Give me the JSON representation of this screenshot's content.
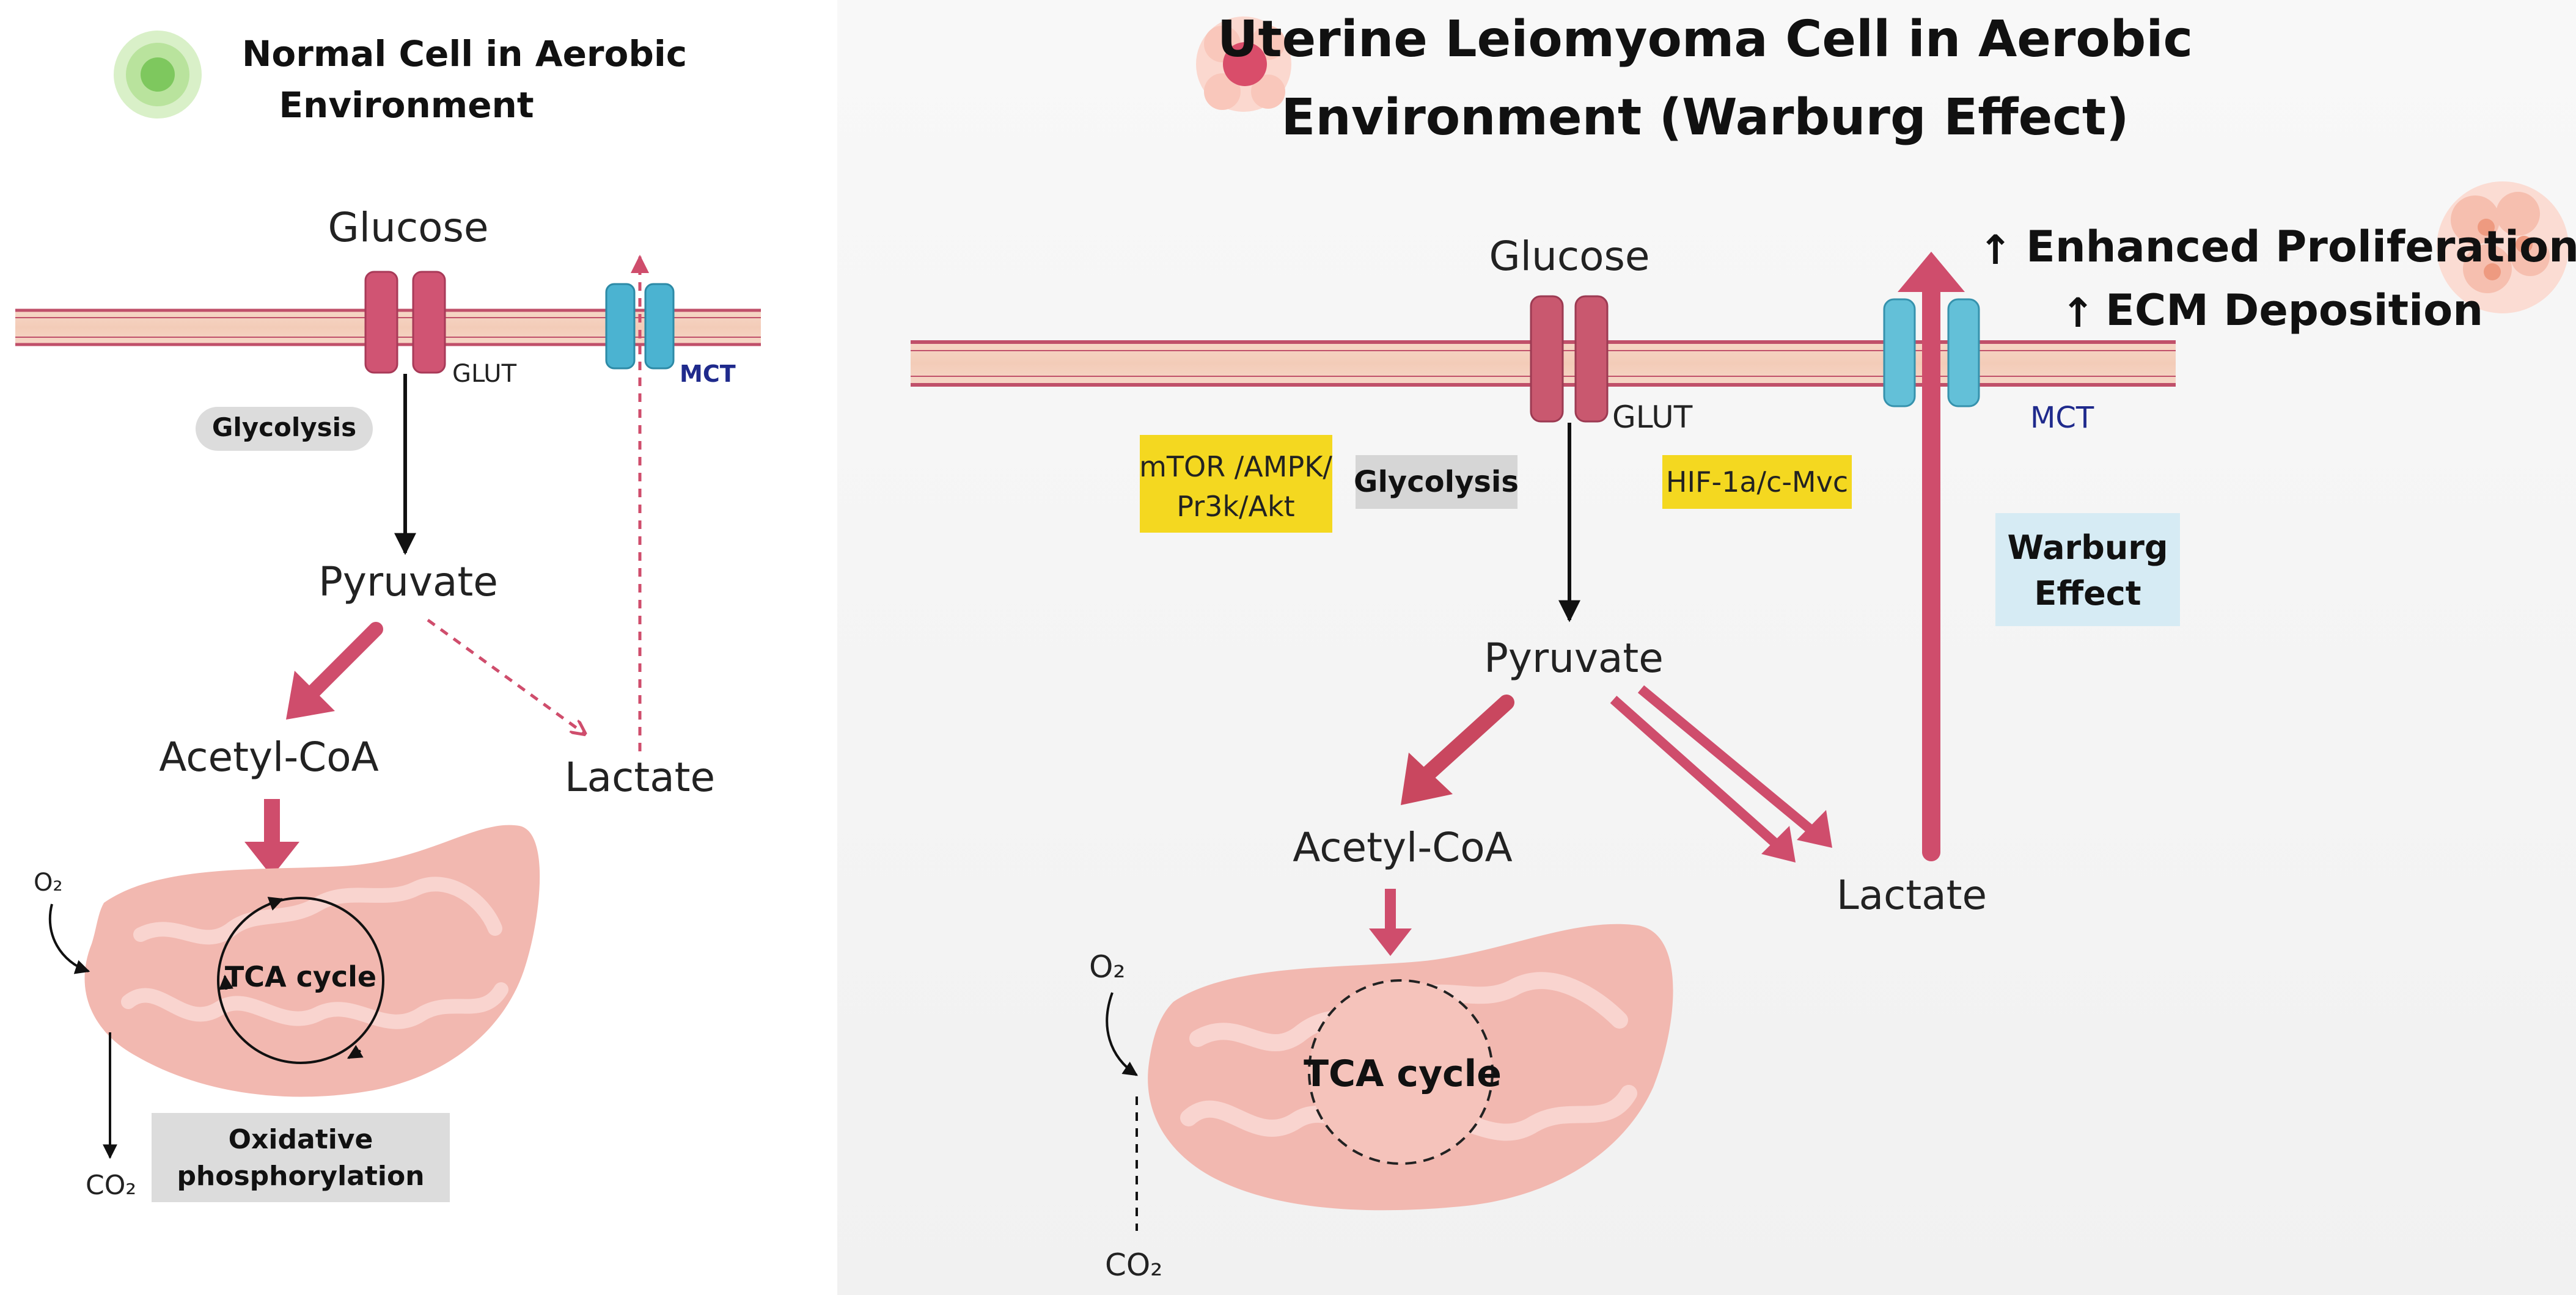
{
  "left": {
    "title_line1": "Normal Cell in Aerobic",
    "title_line2": "Environment",
    "glucose": "Glucose",
    "glut": "GLUT",
    "mct": "MCT",
    "glycolysis": "Glycolysis",
    "pyruvate": "Pyruvate",
    "acetyl_coa": "Acetyl-CoA",
    "lactate": "Lactate",
    "o2": "O₂",
    "co2": "CO₂",
    "tca": "TCA cycle",
    "oxphos_line1": "Oxidative",
    "oxphos_line2": "phosphorylation"
  },
  "right": {
    "title_line1": "Uterine Leiomyoma Cell in Aerobic",
    "title_line2": "Environment (Warburg Effect)",
    "glucose": "Glucose",
    "glut": "GLUT",
    "mct": "MCT",
    "mtor_line1": "mTOR /AMPK/",
    "mtor_line2": "Pr3k/Akt",
    "glycolysis": "Glycolysis",
    "hif": "HIF-1a/c-Mvc",
    "warburg_line1": "Warburg",
    "warburg_line2": "Effect",
    "pyruvate": "Pyruvate",
    "acetyl_coa": "Acetyl-CoA",
    "lactate": "Lactate",
    "o2": "O₂",
    "co2": "CO₂",
    "tca": "TCA cycle",
    "up_arrow": "↑",
    "proliferation": "Enhanced Proliferation",
    "ecm": "ECM Deposition"
  },
  "colors": {
    "membrane": "#f0c9b8",
    "membrane_line": "#c0506a",
    "glut": "#d05473",
    "mct": "#4bb3d1",
    "arrow_pink": "#cf4d6c",
    "mito": "#f2b8b0",
    "label_grey": "#dcdcdc",
    "label_yellow": "#f4d820",
    "label_blue": "#d6ebf4"
  }
}
